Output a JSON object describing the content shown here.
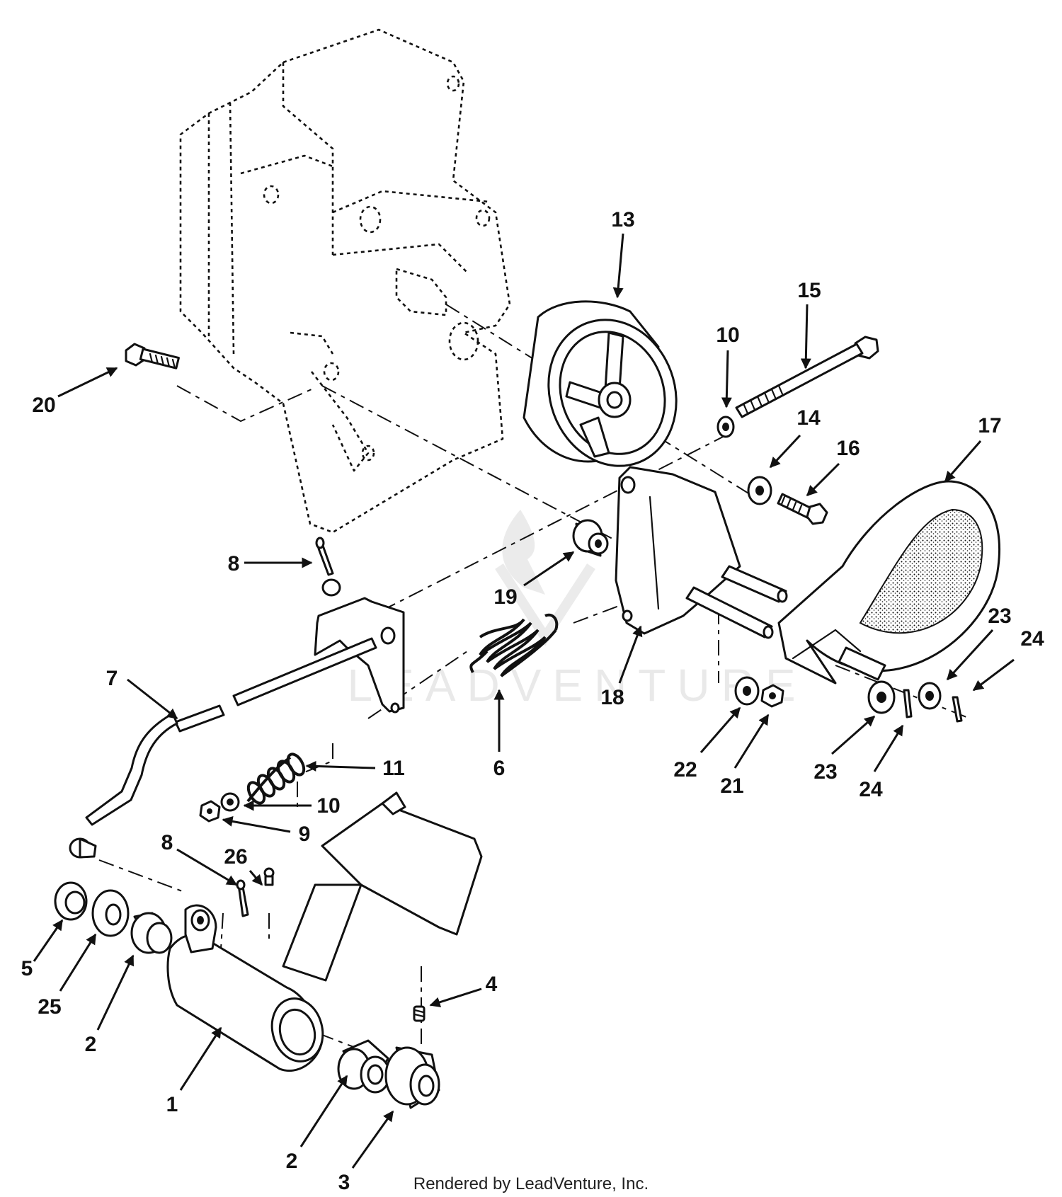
{
  "callouts": [
    {
      "id": "c20",
      "text": "20"
    },
    {
      "id": "c13",
      "text": "13"
    },
    {
      "id": "c15",
      "text": "15"
    },
    {
      "id": "c10a",
      "text": "10"
    },
    {
      "id": "c14",
      "text": "14"
    },
    {
      "id": "c16",
      "text": "16"
    },
    {
      "id": "c17",
      "text": "17"
    },
    {
      "id": "c8a",
      "text": "8"
    },
    {
      "id": "c19",
      "text": "19"
    },
    {
      "id": "c7",
      "text": "7"
    },
    {
      "id": "c6",
      "text": "6"
    },
    {
      "id": "c18",
      "text": "18"
    },
    {
      "id": "c23a",
      "text": "23"
    },
    {
      "id": "c24a",
      "text": "24"
    },
    {
      "id": "c22",
      "text": "22"
    },
    {
      "id": "c21",
      "text": "21"
    },
    {
      "id": "c23b",
      "text": "23"
    },
    {
      "id": "c24b",
      "text": "24"
    },
    {
      "id": "c11",
      "text": "11"
    },
    {
      "id": "c10b",
      "text": "10"
    },
    {
      "id": "c9",
      "text": "9"
    },
    {
      "id": "c8b",
      "text": "8"
    },
    {
      "id": "c26",
      "text": "26"
    },
    {
      "id": "c5",
      "text": "5"
    },
    {
      "id": "c25",
      "text": "25"
    },
    {
      "id": "c2a",
      "text": "2"
    },
    {
      "id": "c1",
      "text": "1"
    },
    {
      "id": "c4",
      "text": "4"
    },
    {
      "id": "c2b",
      "text": "2"
    },
    {
      "id": "c3",
      "text": "3"
    }
  ],
  "watermark": "LEADVENTURE",
  "footer": "Rendered by LeadVenture, Inc."
}
